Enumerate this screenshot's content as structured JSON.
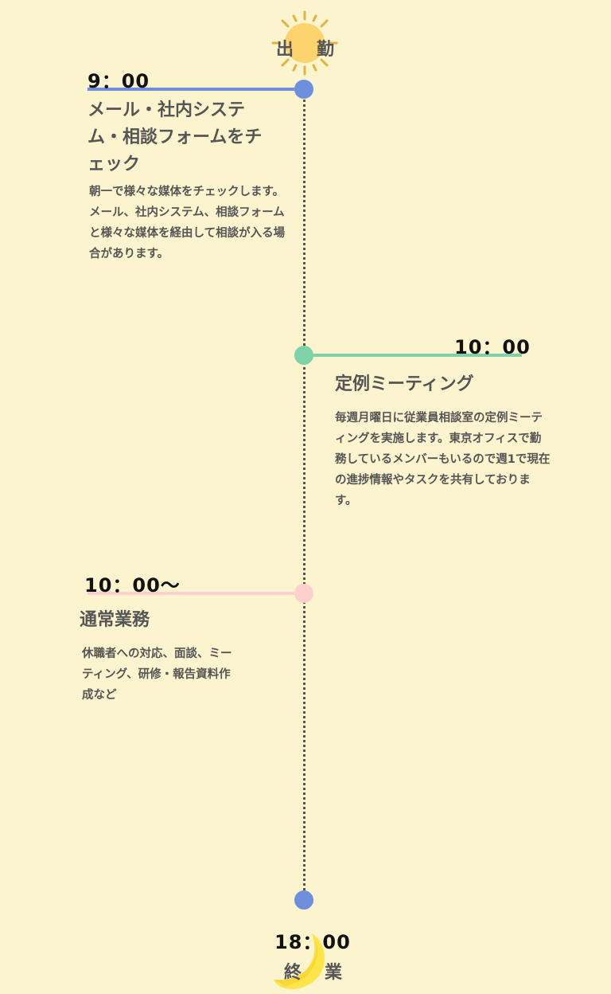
{
  "start": {
    "label_left": "出",
    "label_right": "勤",
    "icon": "sun-icon"
  },
  "end": {
    "time": "18：00",
    "label_left": "終",
    "label_right": "業",
    "icon": "moon-icon"
  },
  "colors": {
    "background": "#fcf4cf",
    "blue": "#6e8fdc",
    "green": "#7fd1a9",
    "pink": "#fdd0cf",
    "sun": "#fdd36e",
    "moon": "#fde547"
  },
  "events": [
    {
      "time": "9：00",
      "title": "メール・社内システム・相談フォームをチェック",
      "desc": "朝一で様々な媒体をチェックします。メール、社内システム、相談フォームと様々な媒体を経由して相談が入る場合があります。"
    },
    {
      "time": "10：00",
      "title": "定例ミーティング",
      "desc": "毎週月曜日に従業員相談室の定例ミーティングを実施します。東京オフィスで勤務しているメンバーもいるので週1で現在の進捗情報やタスクを共有しております。"
    },
    {
      "time": "10：00〜",
      "title": "通常業務",
      "desc": "休職者への対応、面談、ミーティング、研修・報告資料作成など"
    }
  ]
}
